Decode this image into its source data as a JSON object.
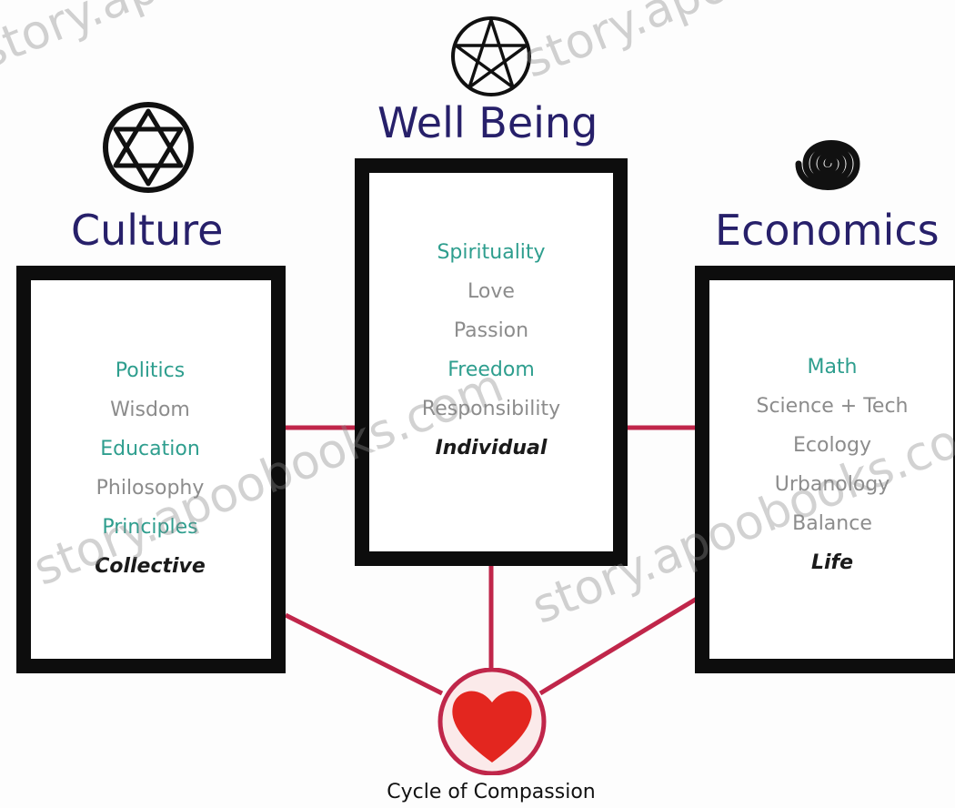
{
  "domains": [
    {
      "title": "Culture",
      "icon": "star-of-david-icon",
      "items": [
        {
          "text": "Politics",
          "color": "teal"
        },
        {
          "text": "Wisdom",
          "color": "gray"
        },
        {
          "text": "Education",
          "color": "teal"
        },
        {
          "text": "Philosophy",
          "color": "gray"
        },
        {
          "text": "Principles",
          "color": "teal"
        }
      ],
      "keyword": "Collective"
    },
    {
      "title": "Well Being",
      "icon": "pentacle-icon",
      "items": [
        {
          "text": "Spirituality",
          "color": "teal"
        },
        {
          "text": "Love",
          "color": "gray"
        },
        {
          "text": "Passion",
          "color": "gray"
        },
        {
          "text": "Freedom",
          "color": "teal"
        },
        {
          "text": "Responsibility",
          "color": "gray"
        }
      ],
      "keyword": "Individual"
    },
    {
      "title": "Economics",
      "icon": "spiral-icon",
      "items": [
        {
          "text": "Math",
          "color": "teal"
        },
        {
          "text": "Science + Tech",
          "color": "gray"
        },
        {
          "text": "Ecology",
          "color": "gray"
        },
        {
          "text": "Urbanology",
          "color": "gray"
        },
        {
          "text": "Balance",
          "color": "gray"
        }
      ],
      "keyword": "Life"
    }
  ],
  "center": {
    "caption": "Cycle of Compassion",
    "icon": "heart-icon"
  },
  "watermark": "story.apoobooks.com",
  "colors": {
    "heading": "#27206a",
    "teal_item": "#2e9e8e",
    "gray_item": "#8c8c8c",
    "frame": "#0d0d0d",
    "connector": "#c0264a",
    "heart": "#e3261f"
  }
}
